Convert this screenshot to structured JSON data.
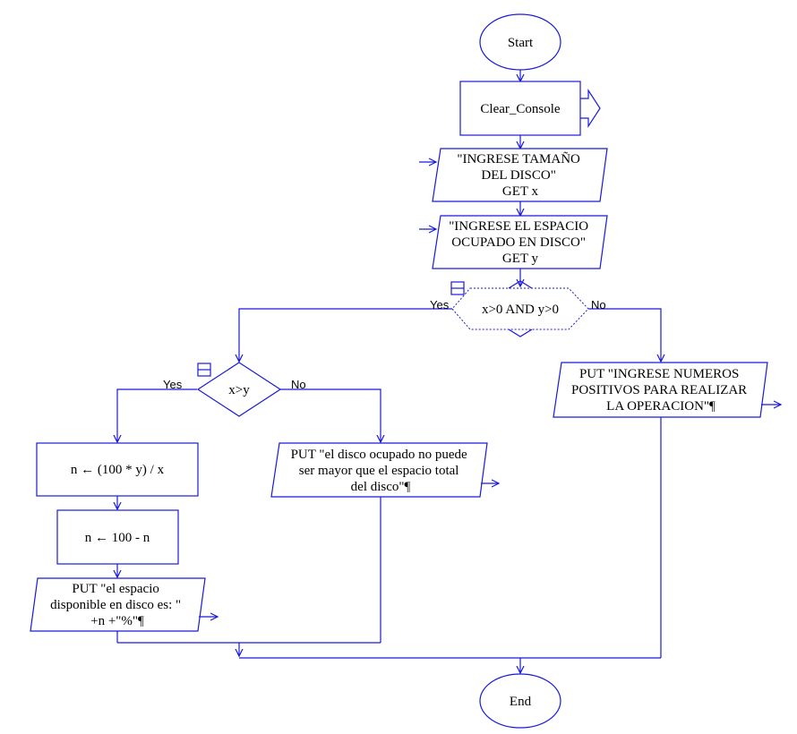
{
  "nodes": {
    "start": "Start",
    "clear_console": "Clear_Console",
    "input_x": [
      "\"INGRESE TAMAÑO",
      "DEL DISCO\"",
      "GET x"
    ],
    "input_y": [
      "\"INGRESE EL ESPACIO",
      "OCUPADO EN DISCO\"",
      "GET y"
    ],
    "decision_main": "x>0 AND y>0",
    "decision_xy": "x>y",
    "assign_n1": "n ← (100 * y) / x",
    "assign_n2": "n ← 100 - n",
    "put_result": [
      "PUT \"el espacio",
      "disponible en disco es: \"",
      "+n +\"%\"¶"
    ],
    "put_error_size": [
      "PUT \"el disco ocupado no puede",
      "ser mayor que el espacio total",
      "del disco\"¶"
    ],
    "put_error_positive": [
      "PUT \"INGRESE NUMEROS",
      "POSITIVOS PARA REALIZAR",
      "LA OPERACION\"¶"
    ],
    "end": "End"
  },
  "labels": {
    "yes": "Yes",
    "no": "No"
  },
  "colors": {
    "stroke": "#1a1ad6",
    "text": "#000000"
  }
}
